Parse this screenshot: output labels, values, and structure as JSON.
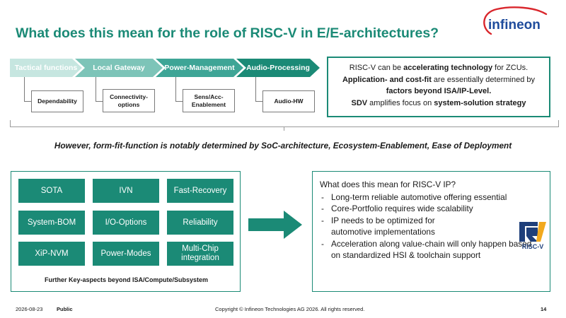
{
  "slide": {
    "title": "What does this mean for the role of RISC-V in E/E-architectures?",
    "logo_text": "infineon",
    "process": [
      {
        "label": "Tactical functions",
        "sub": [
          "Dependability"
        ]
      },
      {
        "label": "Local Gateway",
        "sub": [
          "Connectivity-",
          "options"
        ]
      },
      {
        "label": "Power-Management",
        "sub": [
          "Sens/Acc-",
          "Enablement"
        ]
      },
      {
        "label": "Audio-Processing",
        "sub": [
          "Audio-HW"
        ]
      }
    ],
    "summary": {
      "l1_a": "RISC-V can be ",
      "l1_b": "accelerating technology",
      "l1_c": " for ZCUs.",
      "l2_a": "Application- and cost-fit",
      "l2_b": " are essentially determined by",
      "l3": "factors beyond ISA/IP-Level.",
      "l4_a": "SDV",
      "l4_b": " amplifies focus on ",
      "l4_c": "system-solution strategy"
    },
    "however": "However, form-fit-function is notably determined by SoC-architecture, Ecosystem-Enablement, Ease of Deployment",
    "aspects": [
      [
        "SOTA",
        "IVN",
        "Fast-Recovery"
      ],
      [
        "System-BOM",
        "I/O-Options",
        "Reliability"
      ],
      [
        "XiP-NVM",
        "Power-Modes",
        "Multi-Chip integration"
      ]
    ],
    "aspects_caption": "Further Key-aspects beyond ISA/Compute/Subsystem",
    "ip": {
      "question": "What does this mean for RISC-V IP?",
      "bullets": [
        "Long-term reliable automotive offering essential",
        "Core-Portfolio requires wide scalability",
        "IP needs to be optimized for automotive implementations",
        "Acceleration along value-chain will only happen based on standardized HSI & toolchain support"
      ],
      "logo_text": "RISC-V"
    },
    "footer": {
      "date": "2026-08-23",
      "classification": "Public",
      "copyright": "Copyright © Infineon Technologies AG 2026. All rights reserved.",
      "page": "14"
    },
    "colors": {
      "accent": "#1b8a76",
      "logo_blue": "#1f4c9c",
      "logo_red": "#d9262c",
      "riscv_blue": "#1f3f7a",
      "riscv_gold": "#f2a91e"
    }
  }
}
